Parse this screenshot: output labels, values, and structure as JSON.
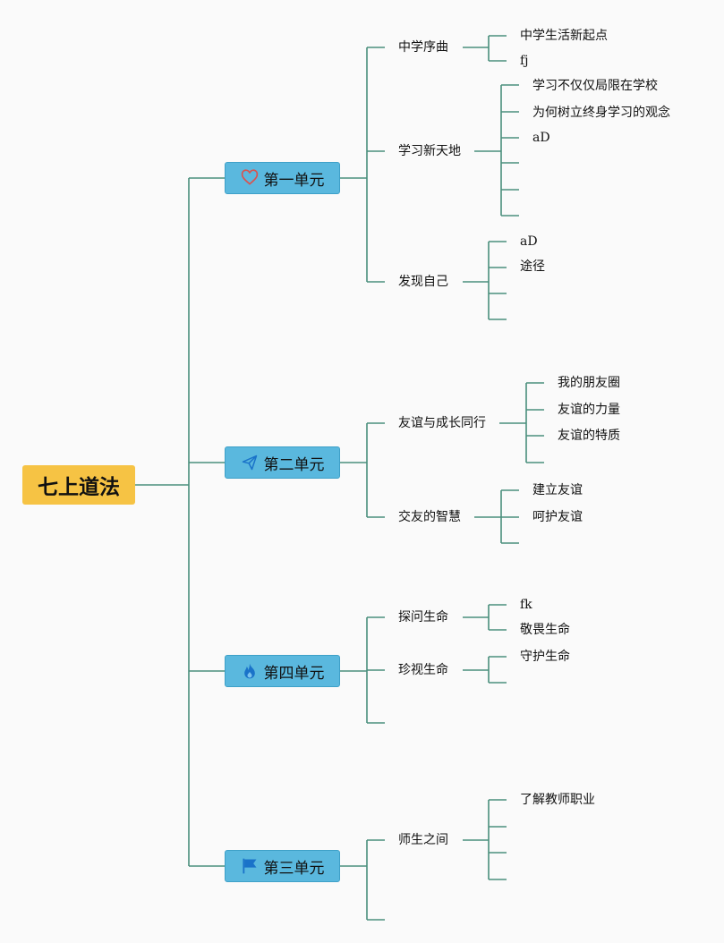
{
  "root": {
    "label": "七上道法"
  },
  "units": [
    {
      "label": "第一单元",
      "icon": "heart-icon",
      "topics": [
        {
          "label": "中学序曲",
          "items": [
            "中学生活新起点",
            "fj"
          ]
        },
        {
          "label": "学习新天地",
          "items": [
            "学习不仅仅局限在学校",
            "为何树立终身学习的观念",
            "aD",
            "",
            "",
            ""
          ]
        },
        {
          "label": "发现自己",
          "items": [
            "aD",
            "途径",
            "",
            ""
          ]
        }
      ]
    },
    {
      "label": "第二单元",
      "icon": "paper-plane-icon",
      "topics": [
        {
          "label": "友谊与成长同行",
          "items": [
            "我的朋友圈",
            "友谊的力量",
            "友谊的特质",
            ""
          ]
        },
        {
          "label": "交友的智慧",
          "items": [
            "建立友谊",
            "呵护友谊",
            ""
          ]
        }
      ]
    },
    {
      "label": "第四单元",
      "icon": "flame-icon",
      "topics": [
        {
          "label": "探问生命",
          "items": [
            "fk",
            "敬畏生命"
          ]
        },
        {
          "label": "珍视生命",
          "items": [
            "守护生命",
            ""
          ]
        },
        {
          "label": "",
          "items": []
        }
      ]
    },
    {
      "label": "第三单元",
      "icon": "flag-icon",
      "topics": [
        {
          "label": "师生之间",
          "items": [
            "了解教师职业",
            "",
            "",
            ""
          ]
        },
        {
          "label": "",
          "items": []
        }
      ]
    }
  ],
  "colors": {
    "line": "#4a8f7c",
    "root": "#f6c344",
    "unit": "#5ab8de",
    "heart": "#d9534f",
    "icon_blue": "#1a73c9"
  }
}
